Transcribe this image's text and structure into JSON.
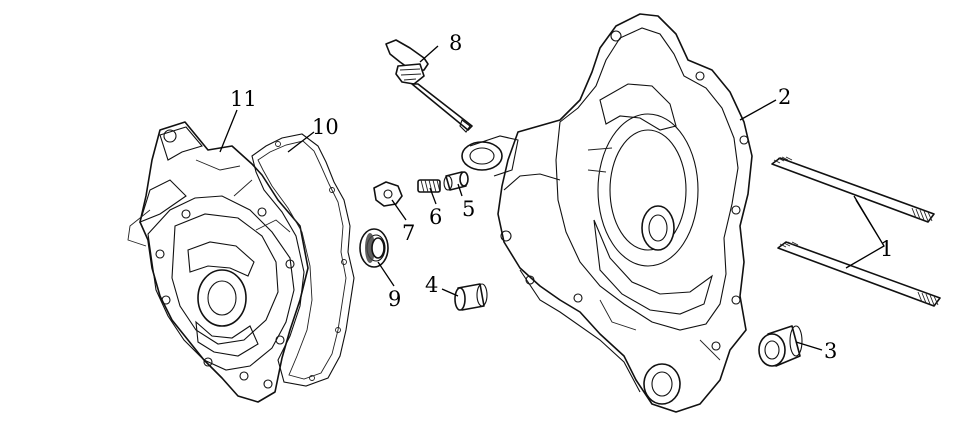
{
  "colors": {
    "line": "#111111",
    "paper": "#ffffff"
  },
  "callouts": [
    {
      "id": "1",
      "text": "1"
    },
    {
      "id": "2",
      "text": "2"
    },
    {
      "id": "3",
      "text": "3"
    },
    {
      "id": "4",
      "text": "4"
    },
    {
      "id": "5",
      "text": "5"
    },
    {
      "id": "6",
      "text": "6"
    },
    {
      "id": "7",
      "text": "7"
    },
    {
      "id": "8",
      "text": "8"
    },
    {
      "id": "9",
      "text": "9"
    },
    {
      "id": "10",
      "text": "10"
    },
    {
      "id": "11",
      "text": "11"
    }
  ]
}
